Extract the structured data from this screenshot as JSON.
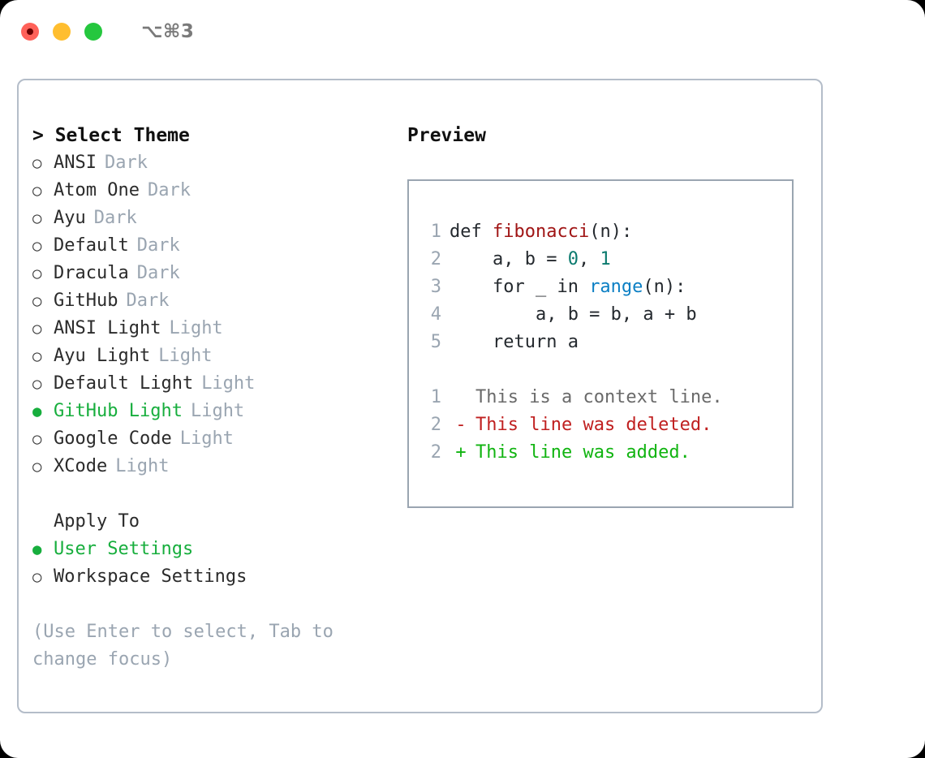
{
  "titlebar": {
    "shortcut": "⌥⌘3",
    "buttons": [
      {
        "name": "close",
        "color": "#ff6159"
      },
      {
        "name": "minimize",
        "color": "#ffbe2f"
      },
      {
        "name": "maximize",
        "color": "#25c73e"
      }
    ]
  },
  "left": {
    "heading": "> Select Theme",
    "themes": [
      {
        "bullet": "○",
        "name": "ANSI",
        "variant": "Dark",
        "selected": false
      },
      {
        "bullet": "○",
        "name": "Atom One",
        "variant": "Dark",
        "selected": false
      },
      {
        "bullet": "○",
        "name": "Ayu",
        "variant": "Dark",
        "selected": false
      },
      {
        "bullet": "○",
        "name": "Default",
        "variant": "Dark",
        "selected": false
      },
      {
        "bullet": "○",
        "name": "Dracula",
        "variant": "Dark",
        "selected": false
      },
      {
        "bullet": "○",
        "name": "GitHub",
        "variant": "Dark",
        "selected": false
      },
      {
        "bullet": "○",
        "name": "ANSI Light",
        "variant": "Light",
        "selected": false
      },
      {
        "bullet": "○",
        "name": "Ayu Light",
        "variant": "Light",
        "selected": false
      },
      {
        "bullet": "○",
        "name": "Default Light",
        "variant": "Light",
        "selected": false
      },
      {
        "bullet": "●",
        "name": "GitHub Light",
        "variant": "Light",
        "selected": true
      },
      {
        "bullet": "○",
        "name": "Google Code",
        "variant": "Light",
        "selected": false
      },
      {
        "bullet": "○",
        "name": "XCode",
        "variant": "Light",
        "selected": false
      }
    ],
    "apply_to": {
      "heading": "Apply To",
      "options": [
        {
          "bullet": "●",
          "label": "User Settings",
          "selected": true
        },
        {
          "bullet": "○",
          "label": "Workspace Settings",
          "selected": false
        }
      ]
    },
    "hint": "(Use Enter to select, Tab to change focus)"
  },
  "right": {
    "heading": "Preview",
    "code": [
      {
        "lineno": "1",
        "segments": [
          {
            "t": "def ",
            "c": "plain"
          },
          {
            "t": "fibonacci",
            "c": "fn"
          },
          {
            "t": "(n):",
            "c": "plain"
          }
        ]
      },
      {
        "lineno": "2",
        "segments": [
          {
            "t": "    a, b = ",
            "c": "plain"
          },
          {
            "t": "0",
            "c": "num"
          },
          {
            "t": ", ",
            "c": "plain"
          },
          {
            "t": "1",
            "c": "num"
          }
        ]
      },
      {
        "lineno": "3",
        "segments": [
          {
            "t": "    for _ in ",
            "c": "plain"
          },
          {
            "t": "range",
            "c": "bi"
          },
          {
            "t": "(n):",
            "c": "plain"
          }
        ]
      },
      {
        "lineno": "4",
        "segments": [
          {
            "t": "        a, b = b, a + b",
            "c": "plain"
          }
        ]
      },
      {
        "lineno": "5",
        "segments": [
          {
            "t": "    return a",
            "c": "plain"
          }
        ]
      }
    ],
    "diff": [
      {
        "lineno": "1",
        "marker": " ",
        "text": "This is a context line.",
        "kind": "context"
      },
      {
        "lineno": "2",
        "marker": "-",
        "text": "This line was deleted.",
        "kind": "del"
      },
      {
        "lineno": "2",
        "marker": "+",
        "text": "This line was added.",
        "kind": "add"
      }
    ]
  },
  "colors": {
    "accent_green": "#17ae3d",
    "diff_add": "#11b411",
    "diff_del": "#c02020",
    "muted": "#9aa5b1",
    "border": "#b4bdc9",
    "fn": "#a01515",
    "num": "#0a7a6e",
    "builtin": "#0b7fc4"
  }
}
